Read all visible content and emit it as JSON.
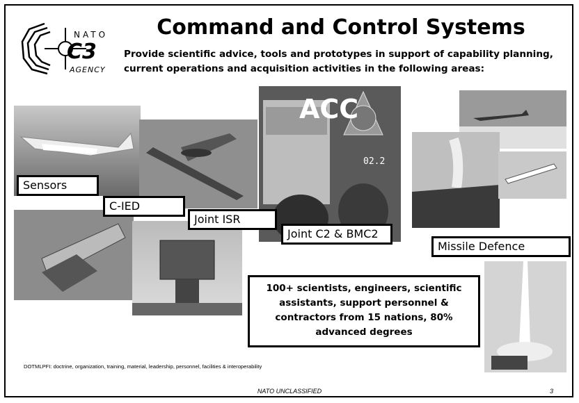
{
  "slide": {
    "title": "Command and Control Systems",
    "subtitle": "Provide scientific advice, tools and prototypes in support of capability planning, current operations and acquisition activities in the following areas:",
    "logo": {
      "line1": "NATO",
      "line2": "C3",
      "line3": "AGENCY"
    },
    "labels": {
      "sensors": "Sensors",
      "cied": "C-IED",
      "joint_isr": "Joint ISR",
      "joint_c2": "Joint C2 & BMC2",
      "missile_defence": "Missile Defence"
    },
    "photo_texts": {
      "acc": "ACC",
      "counter": "02.2"
    },
    "info_box": "100+ scientists, engineers, scientific assistants, support personnel & contractors from 15 nations, 80% advanced degrees",
    "footnote": "DOTMLPFI: doctrine, organization, training, material, leadership, personnel, facilities & interoperability",
    "classification": "NATO UNCLASSIFIED",
    "page_number": "3"
  }
}
